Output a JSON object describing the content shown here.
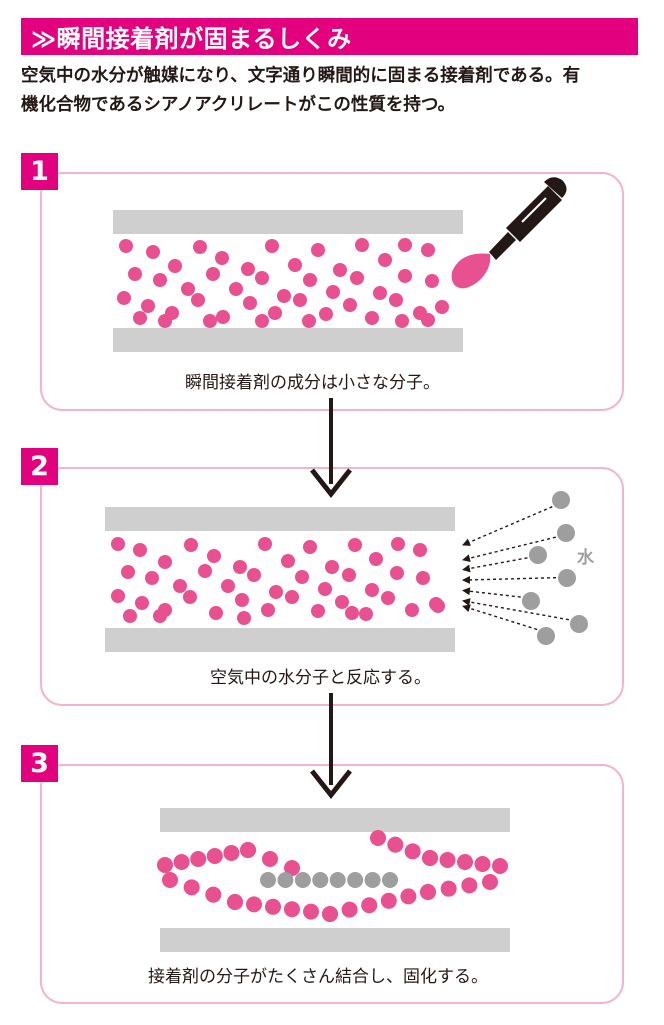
{
  "title": "瞬間接着剤が固まるしくみ",
  "title_marker": "≫",
  "intro_lines": [
    "空気中の水分が触媒になり、文字通り瞬間的に固まる接着剤である。有",
    "機化合物であるシアノアクリレートがこの性質を持つ。"
  ],
  "steps": [
    {
      "number": "1",
      "caption": "瞬間接着剤の成分は小さな分子。"
    },
    {
      "number": "2",
      "caption": "空気中の水分子と反応する。",
      "water_label": "水"
    },
    {
      "number": "3",
      "caption": "接着剤の分子がたくさん結合し、固化する。"
    }
  ],
  "colors": {
    "accent": "#e2007f",
    "molecule": "#e8508f",
    "water": "#9e9e9e",
    "plate": "#cfcfcf",
    "panel_border": "#f2b3cf"
  }
}
